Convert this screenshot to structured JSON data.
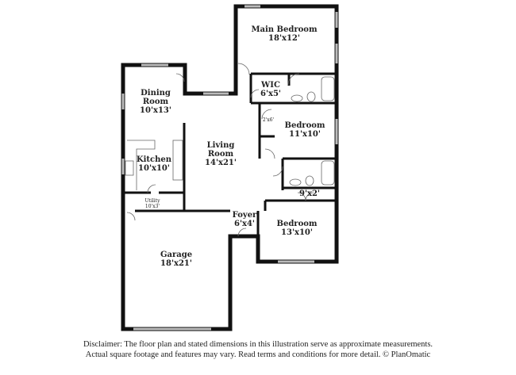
{
  "rooms": {
    "main_bedroom": {
      "name": "Main Bedroom",
      "dims": "18'x12'"
    },
    "wic": {
      "name": "WIC",
      "dims": "6'x5'"
    },
    "dining": {
      "name": "Dining Room",
      "dims": "10'x13'"
    },
    "closet": {
      "dims": "2'x6'"
    },
    "bedroom2": {
      "name": "Bedroom",
      "dims": "11'x10'"
    },
    "living": {
      "name": "Living Room",
      "dims": "14'x21'"
    },
    "kitchen": {
      "name": "Kitchen",
      "dims": "10'x10'"
    },
    "hall_closet": {
      "dims": "9'x2'"
    },
    "utility": {
      "name": "Utility",
      "dims": "10'x3'"
    },
    "foyer": {
      "name": "Foyer",
      "dims": "6'x4'"
    },
    "bedroom3": {
      "name": "Bedroom",
      "dims": "13'x10'"
    },
    "garage": {
      "name": "Garage",
      "dims": "18'x21'"
    }
  },
  "disclaimer": {
    "line1": "Disclaimer: The floor plan and stated dimensions in this illustration serve as approximate measurements.",
    "line2": "Actual square footage and features may vary. Read terms and conditions for more detail. © PlanOmatic"
  }
}
